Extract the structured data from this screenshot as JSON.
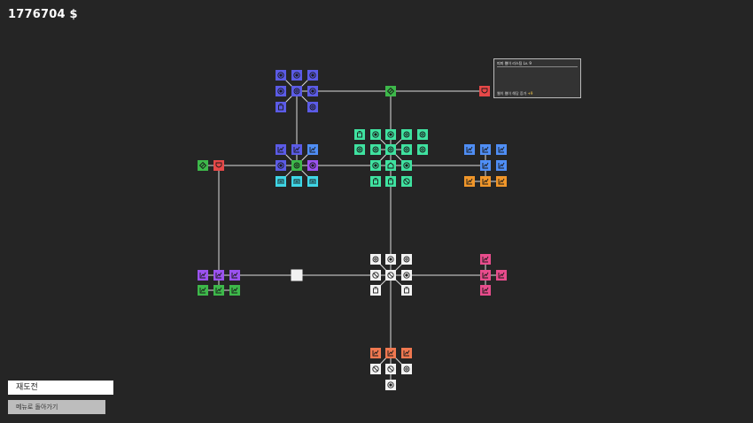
{
  "hud": {
    "money": "1776704 $"
  },
  "tooltip": {
    "title": "피피 웹이 리스팅 Lv. 9",
    "description": "웹이 웹이 해당 증가",
    "value": "+9"
  },
  "buttons": {
    "retry": "재도전",
    "menu": "메뉴로 돌아가기"
  },
  "colors": {
    "purple_blue": "#5b5be6",
    "green": "#3db84a",
    "red": "#e64848",
    "mint": "#3fe2a0",
    "cyan": "#3fd6e6",
    "blue": "#4f8ef5",
    "orange": "#f0962a",
    "violet": "#9b52f0",
    "pink": "#e84c8c",
    "salmon": "#f07850",
    "white": "#f2f2f2",
    "line": "#dddddd"
  },
  "nodes": [
    {
      "c": "purple_blue",
      "icon": "eye-icon"
    },
    {
      "c": "purple_blue",
      "icon": "eye-icon"
    },
    {
      "c": "purple_blue",
      "icon": "eye-icon"
    },
    {
      "c": "purple_blue",
      "icon": "eye-icon"
    },
    {
      "c": "purple_blue",
      "icon": "gear-icon"
    },
    {
      "c": "purple_blue",
      "icon": "eye-icon"
    },
    {
      "c": "purple_blue",
      "icon": "jar-icon"
    },
    {
      "c": "purple_blue",
      "icon": "gear-icon"
    },
    {
      "c": "green",
      "icon": "diamond-icon"
    },
    {
      "c": "red",
      "icon": "shield-icon"
    },
    {
      "c": "mint",
      "icon": "jar-icon"
    },
    {
      "c": "mint",
      "icon": "eye-icon"
    },
    {
      "c": "mint",
      "icon": "eye-icon"
    },
    {
      "c": "mint",
      "icon": "gear-icon"
    },
    {
      "c": "mint",
      "icon": "gear-icon"
    },
    {
      "c": "mint",
      "icon": "gear-icon"
    },
    {
      "c": "mint",
      "icon": "gear-icon"
    },
    {
      "c": "mint",
      "icon": "gear-icon"
    },
    {
      "c": "mint",
      "icon": "gear-icon"
    },
    {
      "c": "mint",
      "icon": "gear-icon"
    },
    {
      "c": "mint",
      "icon": "eye-icon"
    },
    {
      "c": "mint",
      "icon": "house-icon"
    },
    {
      "c": "mint",
      "icon": "eye-icon"
    },
    {
      "c": "mint",
      "icon": "jar-icon"
    },
    {
      "c": "mint",
      "icon": "jar-icon"
    },
    {
      "c": "mint",
      "icon": "ban-icon"
    },
    {
      "c": "purple_blue",
      "icon": "chart-icon"
    },
    {
      "c": "purple_blue",
      "icon": "chart-icon"
    },
    {
      "c": "blue",
      "icon": "chart-icon"
    },
    {
      "c": "purple_blue",
      "icon": "eye-icon"
    },
    {
      "c": "green",
      "icon": "gear-icon"
    },
    {
      "c": "violet",
      "icon": "eye-icon"
    },
    {
      "c": "cyan",
      "icon": "arch-icon"
    },
    {
      "c": "cyan",
      "icon": "arch-icon"
    },
    {
      "c": "cyan",
      "icon": "arch-icon"
    },
    {
      "c": "green",
      "icon": "diamond-icon"
    },
    {
      "c": "red",
      "icon": "shield-icon"
    },
    {
      "c": "blue",
      "icon": "chart-icon"
    },
    {
      "c": "blue",
      "icon": "chart-icon"
    },
    {
      "c": "blue",
      "icon": "chart-icon"
    },
    {
      "c": "blue",
      "icon": "chart-icon"
    },
    {
      "c": "blue",
      "icon": "chart-icon"
    },
    {
      "c": "orange",
      "icon": "chart-icon"
    },
    {
      "c": "orange",
      "icon": "chart-icon"
    },
    {
      "c": "orange",
      "icon": "chart-icon"
    },
    {
      "c": "violet",
      "icon": "chart-icon"
    },
    {
      "c": "violet",
      "icon": "chart-icon"
    },
    {
      "c": "violet",
      "icon": "chart-icon"
    },
    {
      "c": "green",
      "icon": "chart-icon"
    },
    {
      "c": "green",
      "icon": "chart-icon"
    },
    {
      "c": "green",
      "icon": "chart-icon"
    },
    {
      "c": "white",
      "icon": "blank-icon"
    },
    {
      "c": "white",
      "icon": "gear-icon"
    },
    {
      "c": "white",
      "icon": "eye-icon"
    },
    {
      "c": "white",
      "icon": "gear-icon"
    },
    {
      "c": "white",
      "icon": "ban-icon"
    },
    {
      "c": "white",
      "icon": "ban-icon"
    },
    {
      "c": "white",
      "icon": "eye-icon"
    },
    {
      "c": "white",
      "icon": "jar-icon"
    },
    {
      "c": "white",
      "icon": "jar-icon"
    },
    {
      "c": "pink",
      "icon": "chart-icon"
    },
    {
      "c": "pink",
      "icon": "chart-icon"
    },
    {
      "c": "pink",
      "icon": "chart-icon"
    },
    {
      "c": "pink",
      "icon": "chart-icon"
    },
    {
      "c": "salmon",
      "icon": "chart-icon"
    },
    {
      "c": "salmon",
      "icon": "chart-icon"
    },
    {
      "c": "salmon",
      "icon": "chart-icon"
    },
    {
      "c": "white",
      "icon": "ban-icon"
    },
    {
      "c": "white",
      "icon": "ban-icon"
    },
    {
      "c": "white",
      "icon": "gear-icon"
    },
    {
      "c": "white",
      "icon": "eye-icon"
    }
  ]
}
